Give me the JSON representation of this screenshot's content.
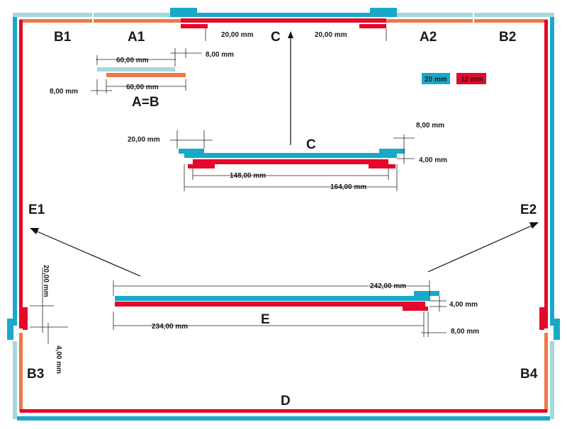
{
  "colors": {
    "blue": "#19a8c8",
    "red": "#e4092a",
    "orange": "#ef7748",
    "light": "#a7d8d9",
    "text": "#1a1a1a"
  },
  "legend": {
    "blue_label": "20 mm",
    "red_label": "12 mm"
  },
  "labels": {
    "B1": "B1",
    "A1": "A1",
    "C_top": "C",
    "A2": "A2",
    "B2": "B2",
    "AeqB": "A=B",
    "C_mid": "C",
    "E1": "E1",
    "E2": "E2",
    "E": "E",
    "B3": "B3",
    "B4": "B4",
    "D": "D"
  },
  "dimensions": {
    "top_left_20": "20,00 mm",
    "top_right_20": "20,00 mm",
    "ab_60_top": "60,00 mm",
    "ab_8_top": "8,00 mm",
    "ab_60_bottom": "60,00 mm",
    "ab_8_left": "8,00 mm",
    "c_20": "20,00 mm",
    "c_8": "8,00 mm",
    "c_4": "4,00 mm",
    "c_148": "148,00 mm",
    "c_164": "164,00 mm",
    "e_242": "242,00 mm",
    "e_4": "4,00 mm",
    "e_234": "234,00 mm",
    "e_8": "8,00 mm",
    "side_20": "20,00 mm",
    "side_4": "4,00 mm"
  }
}
